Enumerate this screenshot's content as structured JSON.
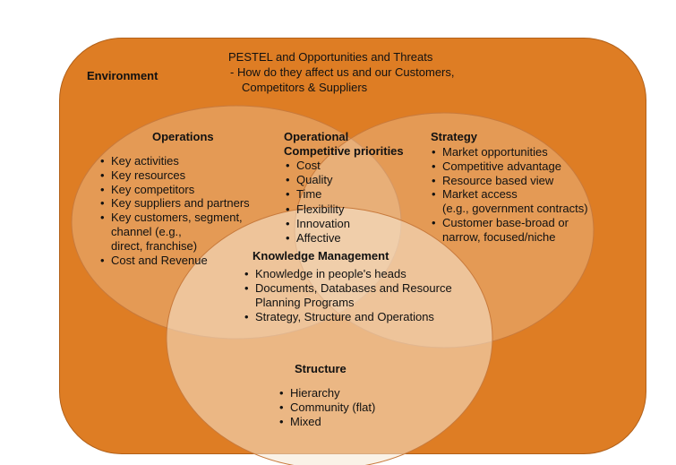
{
  "environment": {
    "title": "Environment",
    "pestel_title": "PESTEL and Opportunities and Threats",
    "pestel_line1": "-  How do they affect us and our Customers,",
    "pestel_line2": "Competitors & Suppliers"
  },
  "operations": {
    "title": "Operations",
    "item1": "Key activities",
    "item2": "Key resources",
    "item3": "Key competitors",
    "item4": "Key suppliers and partners",
    "item5": "Key customers, segment,",
    "item5_cont1": "channel (e.g.,",
    "item5_cont2": "direct, franchise)",
    "item6": "Cost and Revenue"
  },
  "competitive_priorities": {
    "title_line1": "Operational",
    "title_line2": "Competitive priorities",
    "item1": "Cost",
    "item2": "Quality",
    "item3": "Time",
    "item4": "Flexibility",
    "item5": "Innovation",
    "item6": "Affective"
  },
  "strategy": {
    "title": "Strategy",
    "item1": "Market opportunities",
    "item2": "Competitive advantage",
    "item3": "Resource based view",
    "item4": "Market access",
    "item4_cont": "(e.g., government contracts)",
    "item5": "Customer base-broad or",
    "item5_cont": "narrow, focused/niche"
  },
  "knowledge_management": {
    "title": "Knowledge Management",
    "item1": "Knowledge in people's heads",
    "item2": "Documents, Databases and Resource",
    "item2_cont": "Planning Programs",
    "item3": "Strategy, Structure and Operations"
  },
  "structure": {
    "title": "Structure",
    "item1": "Hierarchy",
    "item2": "Community (flat)",
    "item3": "Mixed"
  },
  "colors": {
    "environment_fill": "#de7d24",
    "circle_fill": "#f6e7d4",
    "circle_stroke": "#c87a3c"
  }
}
